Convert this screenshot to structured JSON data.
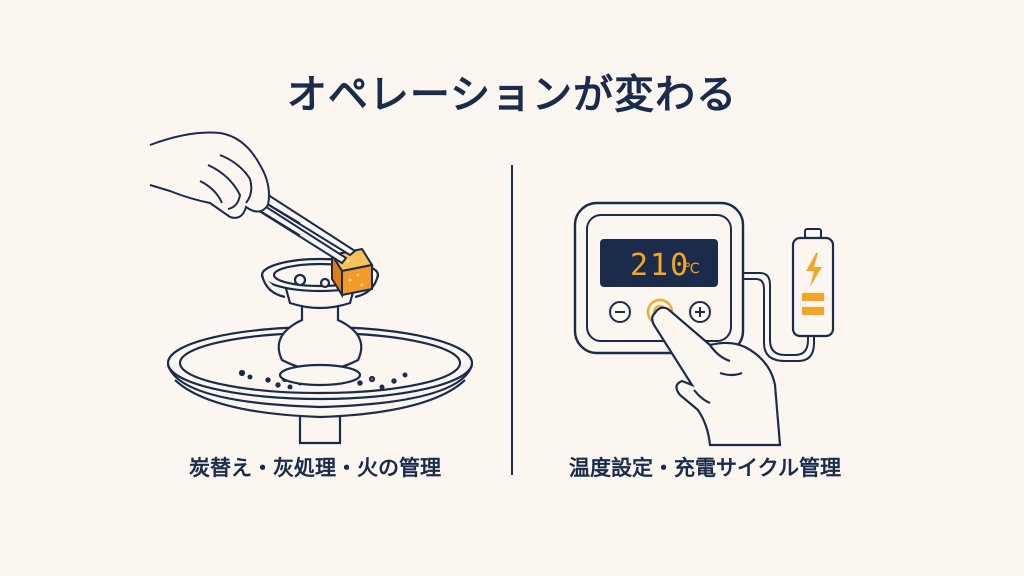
{
  "title": "オペレーションが変わる",
  "left_panel": {
    "caption": "炭替え・灰処理・火の管理"
  },
  "right_panel": {
    "caption": "温度設定・充電サイクル管理",
    "display": {
      "value": "210",
      "unit": "℃"
    }
  },
  "colors": {
    "background": "#fbf7f0",
    "ink": "#1b2b4b",
    "accent": "#f6a623",
    "display_bg": "#1b2b4b"
  },
  "icons": [
    "hand-icon",
    "tongs-icon",
    "charcoal-icon",
    "hookah-bowl-icon",
    "ash-tray-icon",
    "heater-device-icon",
    "battery-icon",
    "lightning-icon",
    "finger-icon"
  ]
}
